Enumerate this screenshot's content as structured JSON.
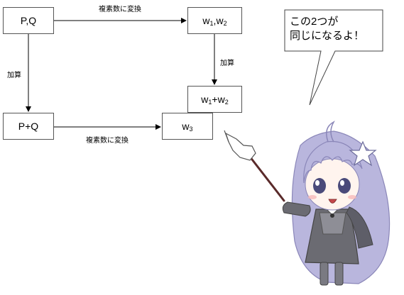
{
  "boxes": {
    "pq": "P,Q",
    "p_plus_q": "P+Q",
    "w1w2": {
      "a": "w",
      "a_sub": "1",
      "sep": ",",
      "b": "w",
      "b_sub": "2"
    },
    "w1_plus_w2": {
      "a": "w",
      "a_sub": "1",
      "sep": "+",
      "b": "w",
      "b_sub": "2"
    },
    "w3": {
      "a": "w",
      "a_sub": "3"
    }
  },
  "edge_labels": {
    "top": "複素数に変換",
    "bottom": "複素数に変換",
    "left": "加算",
    "right": "加算"
  },
  "speech_bubble": {
    "line1": "この2つが",
    "line2": "同じになるよ！"
  },
  "colors": {
    "hair": "#b9b6dd",
    "hair_dark": "#8a86b8",
    "dress": "#6b6b72",
    "eyes": "#4a4a7a"
  }
}
